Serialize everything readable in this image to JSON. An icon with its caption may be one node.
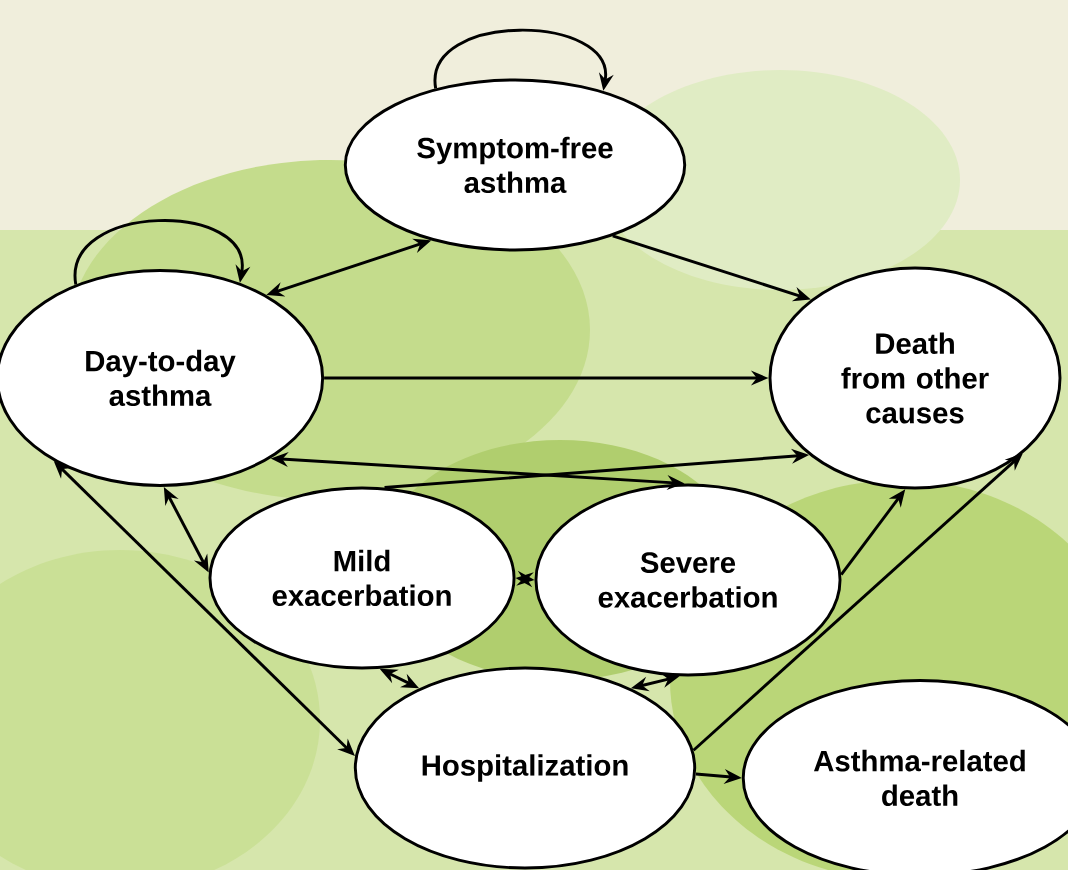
{
  "diagram": {
    "nodes": [
      {
        "text": [
          "Symptom-free asthma"
        ]
      },
      {
        "text": [
          "Day-to-day asthma"
        ]
      },
      {
        "text": [
          "Death from other causes"
        ]
      },
      {
        "text": [
          "Mild exacerbation"
        ]
      },
      {
        "text": [
          "Severe exacerbation"
        ]
      },
      {
        "text": [
          "Hospitalization"
        ]
      },
      {
        "text": [
          "Asthma-related death"
        ]
      }
    ],
    "edges": [
      {
        "from": 0,
        "to": 0,
        "arrow": "to"
      },
      {
        "from": 1,
        "to": 1,
        "arrow": "to"
      },
      {
        "from": 1,
        "to": 0,
        "arrow": "both"
      },
      {
        "from": 0,
        "to": 2,
        "arrow": "to"
      },
      {
        "from": 1,
        "to": 2,
        "arrow": "to"
      },
      {
        "from": 1,
        "to": 4,
        "arrow": "both"
      },
      {
        "from": 3,
        "to": 2,
        "arrow": "to"
      },
      {
        "from": 1,
        "to": 3,
        "arrow": "both"
      },
      {
        "from": 3,
        "to": 4,
        "arrow": "both"
      },
      {
        "from": 1,
        "to": 5,
        "arrow": "both"
      },
      {
        "from": 3,
        "to": 5,
        "arrow": "both"
      },
      {
        "from": 4,
        "to": 5,
        "arrow": "both"
      },
      {
        "from": 4,
        "to": 2,
        "arrow": "to"
      },
      {
        "from": 5,
        "to": 2,
        "arrow": "to"
      },
      {
        "from": 5,
        "to": 6,
        "arrow": "to"
      }
    ]
  }
}
